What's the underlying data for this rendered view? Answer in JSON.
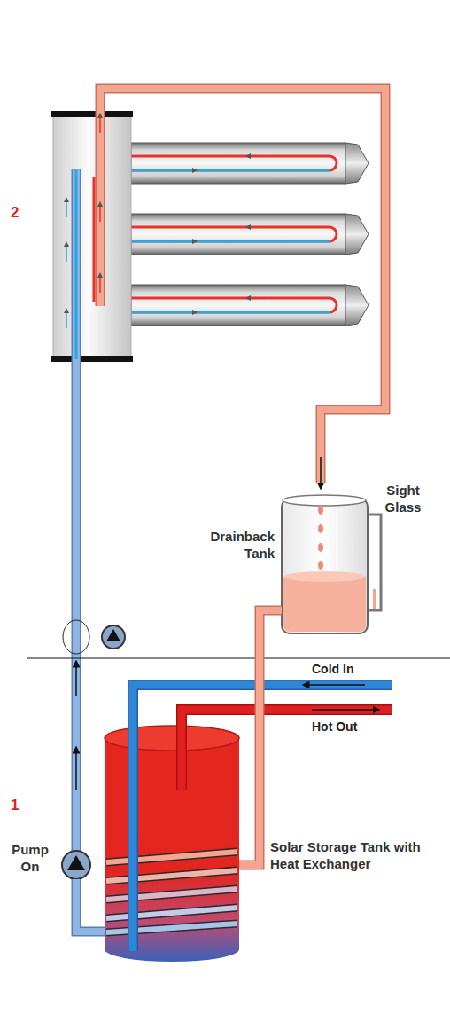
{
  "diagram": {
    "nodes": [
      {
        "text": [
          "Sight Glass",
          "Drainback Tank"
        ]
      },
      {
        "text": [
          "Solar Storage Tank with Heat Exchanger"
        ]
      },
      {
        "text": [
          "Pump On"
        ]
      }
    ],
    "edges": [
      {
        "from": 0,
        "to": 1,
        "arrow": "none"
      },
      {
        "from": 1,
        "to": 2,
        "arrow": "none"
      }
    ],
    "labels": [
      "2",
      "Cold In",
      "Hot Out",
      "1"
    ]
  }
}
